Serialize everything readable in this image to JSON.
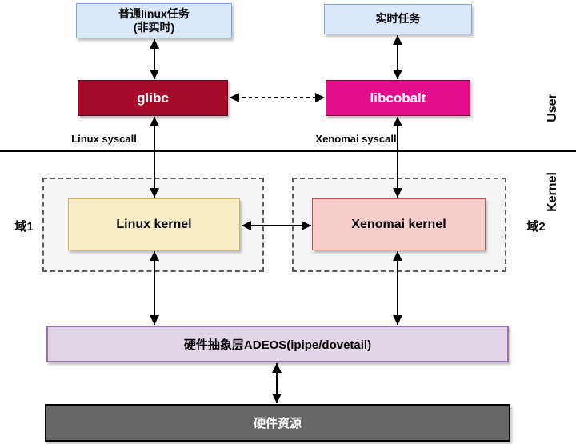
{
  "nodes": {
    "normal_task_line1": "普通linux任务",
    "normal_task_line2": "(非实时)",
    "realtime_task": "实时任务",
    "glibc": "glibc",
    "libcobalt": "libcobalt",
    "linux_kernel": "Linux kernel",
    "xenomai_kernel": "Xenomai kernel",
    "adeos": "硬件抽象层ADEOS(ipipe/dovetail)",
    "hardware": "硬件资源"
  },
  "labels": {
    "linux_syscall": "Linux syscall",
    "xenomai_syscall": "Xenomai syscall",
    "user": "User",
    "kernel": "Kernel",
    "domain1": "域1",
    "domain2": "域2"
  },
  "colors": {
    "task_fill": "#DAE8FC",
    "task_border": "#7EA6E0",
    "glibc_fill": "#A80C2B",
    "glibc_border": "#5A0A1E",
    "libcobalt_fill": "#E20D8A",
    "libcobalt_border": "#79083F",
    "linux_kernel_fill": "#FAEEC6",
    "linux_kernel_border": "#CBB161",
    "xenomai_kernel_fill": "#F8CECC",
    "xenomai_kernel_border": "#B85450",
    "container_fill": "#F5F5F5",
    "container_border": "#5B5B5B",
    "adeos_fill": "#E1D5E7",
    "adeos_border": "#9673A6",
    "hardware_fill": "#666666",
    "hardware_border": "#000000",
    "arrow": "#000000"
  }
}
